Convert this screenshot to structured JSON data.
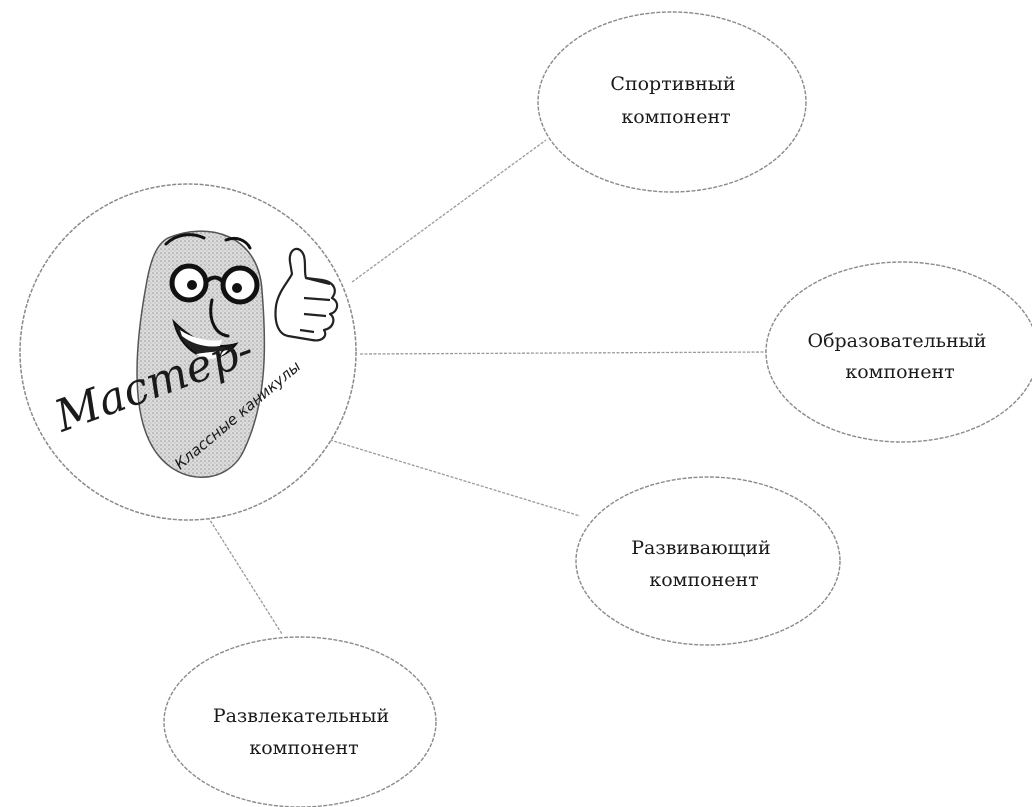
{
  "logo": {
    "title": "Мастер-",
    "subtitle": "Классные каникулы",
    "icon": "cartoon-character-with-glasses-thumbs-up"
  },
  "nodes": [
    {
      "id": "sport",
      "line1": "Спортивный",
      "line2": "компонент"
    },
    {
      "id": "education",
      "line1": "Образовательный",
      "line2": "компонент"
    },
    {
      "id": "development",
      "line1": "Развивающий",
      "line2": "компонент"
    },
    {
      "id": "entertainment",
      "line1": "Развлекательный",
      "line2": "компонент"
    }
  ]
}
